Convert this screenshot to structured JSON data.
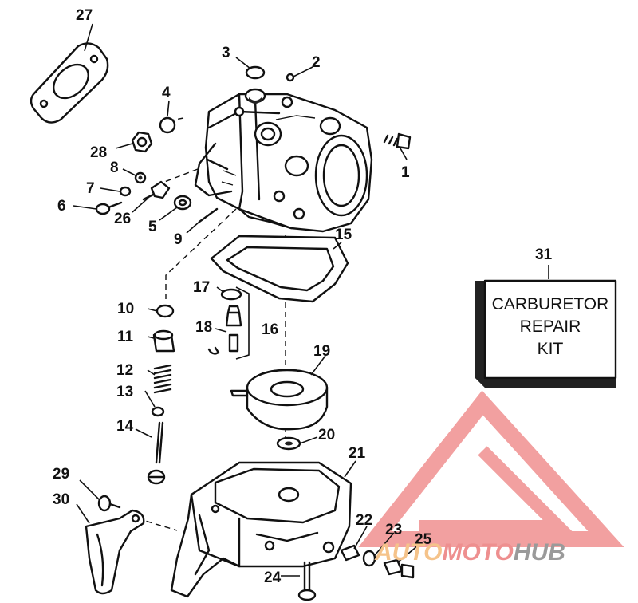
{
  "callouts": [
    {
      "num": "1"
    },
    {
      "num": "2"
    },
    {
      "num": "3"
    },
    {
      "num": "4"
    },
    {
      "num": "5"
    },
    {
      "num": "6"
    },
    {
      "num": "7"
    },
    {
      "num": "8"
    },
    {
      "num": "9"
    },
    {
      "num": "10"
    },
    {
      "num": "11"
    },
    {
      "num": "12"
    },
    {
      "num": "13"
    },
    {
      "num": "14"
    },
    {
      "num": "15"
    },
    {
      "num": "16"
    },
    {
      "num": "17"
    },
    {
      "num": "18"
    },
    {
      "num": "19"
    },
    {
      "num": "20"
    },
    {
      "num": "21"
    },
    {
      "num": "22"
    },
    {
      "num": "23"
    },
    {
      "num": "24"
    },
    {
      "num": "25"
    },
    {
      "num": "26"
    },
    {
      "num": "27"
    },
    {
      "num": "28"
    },
    {
      "num": "29"
    },
    {
      "num": "30"
    },
    {
      "num": "31"
    }
  ],
  "kit_box": {
    "line1": "CARBURETOR",
    "line2": "REPAIR",
    "line3": "KIT"
  },
  "watermark": {
    "part1": "AUTO",
    "part2": "MOTO",
    "part3": "HUB",
    "color_logo": "#f2a0a0",
    "color_part1": "#f5c38a",
    "color_part2": "#ee8f8f",
    "color_part3": "#9a9a9a"
  }
}
